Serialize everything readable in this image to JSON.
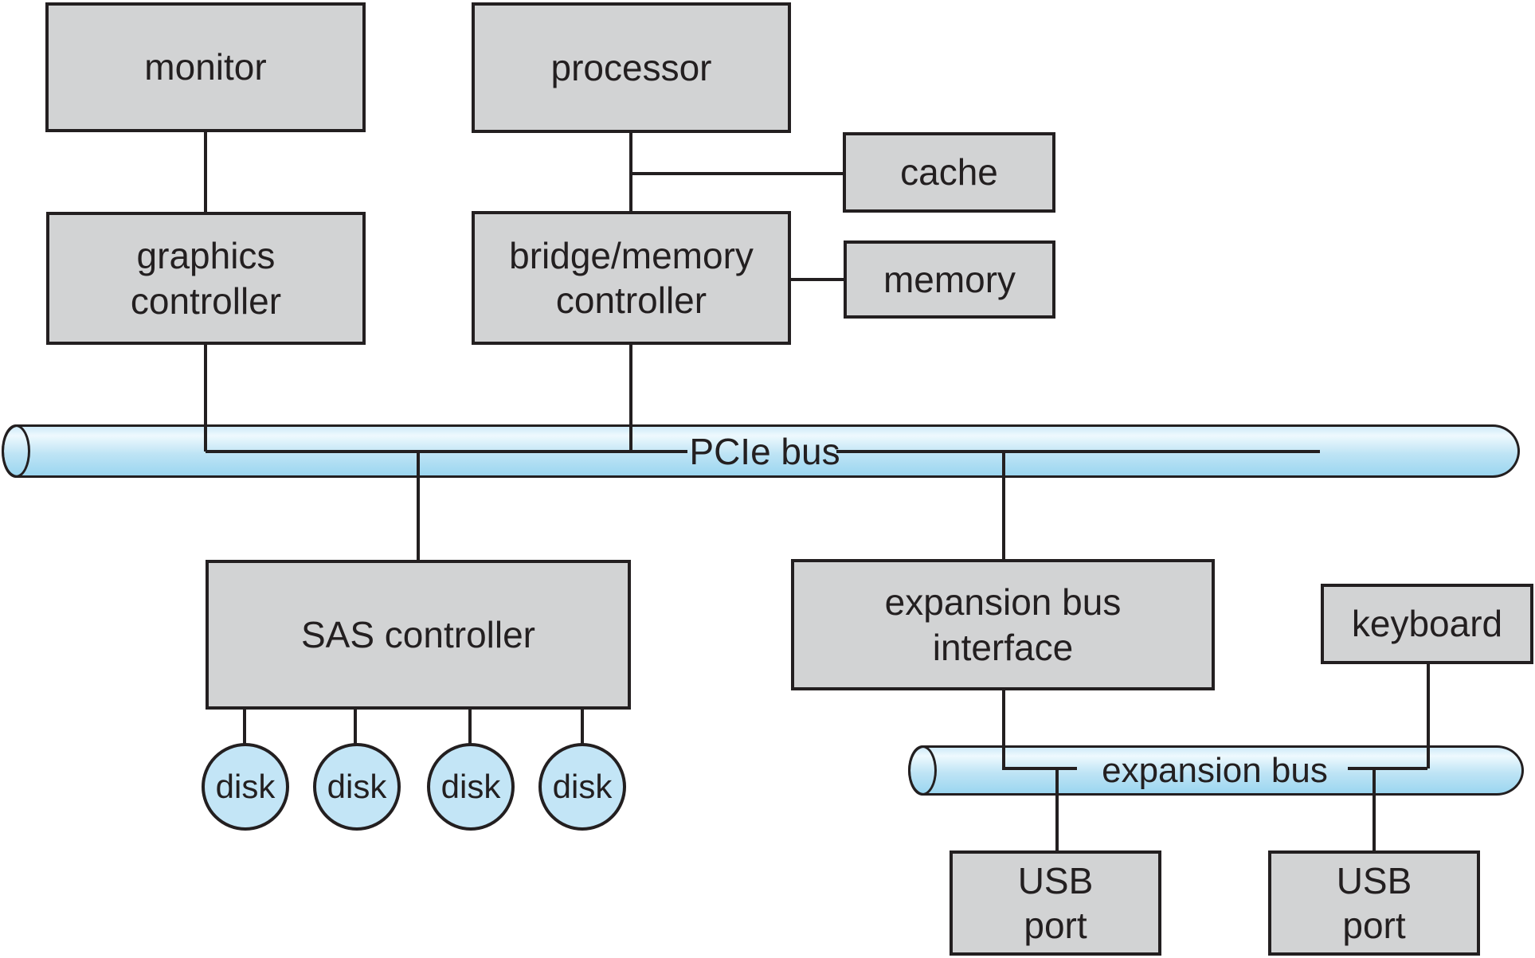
{
  "colors": {
    "bg": "#ffffff",
    "box-fill": "#d2d3d4",
    "outline": "#231f20",
    "text": "#231f20",
    "disk-fill": "#c3e5f6",
    "bus-top": "#cfeaf8",
    "bus-light": "#eef9fe",
    "bus-mid": "#bfe4f5",
    "bus-bottom": "#9bd6f0"
  },
  "nodes": {
    "monitor": "monitor",
    "processor": "processor",
    "cache": "cache",
    "graphics_controller": "graphics\ncontroller",
    "bridge_memory_controller": "bridge/memory\ncontroller",
    "memory": "memory",
    "sas_controller": "SAS controller",
    "expansion_bus_interface": "expansion bus\ninterface",
    "keyboard": "keyboard",
    "usb_port_1": "USB\nport",
    "usb_port_2": "USB\nport",
    "disks": [
      "disk",
      "disk",
      "disk",
      "disk"
    ]
  },
  "buses": {
    "pcie_label": "PCIe bus",
    "expansion_label": "expansion bus"
  },
  "connections": [
    "monitor - graphics controller",
    "processor - bridge/memory controller",
    "processor/bridge link - cache",
    "bridge/memory controller - memory",
    "graphics controller - PCIe bus",
    "bridge/memory controller - PCIe bus",
    "PCIe bus - SAS controller",
    "PCIe bus - expansion bus interface",
    "SAS controller - disk (x4)",
    "expansion bus interface - expansion bus",
    "expansion bus - USB port (x2)",
    "keyboard - expansion bus"
  ]
}
